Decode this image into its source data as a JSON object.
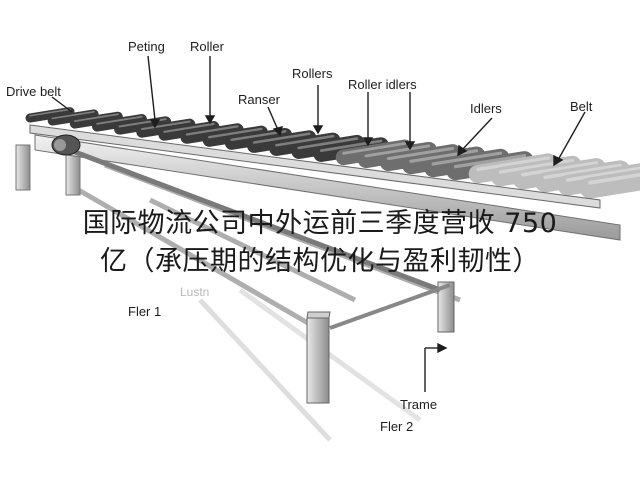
{
  "diagram": {
    "labels": {
      "drive_belt": "Drive belt",
      "peting": "Peting",
      "roller": "Roller",
      "ranser": "Ranser",
      "rollers": "Rollers",
      "roller_idlers": "Roller idlers",
      "idlers": "Idlers",
      "belt": "Belt",
      "lustn": "Lustn",
      "fler1": "Fler 1",
      "trame": "Trame",
      "fler2": "Fler 2"
    },
    "headline": {
      "line1": "国际物流公司中外运前三季度营收 750",
      "line2": "亿（承压期的结构优化与盈利韧性）"
    },
    "colors": {
      "roller_dark": "#3a3a3a",
      "roller_light": "#bdbdbd",
      "frame": "#8a8a8a",
      "text": "#1e1e1e"
    }
  }
}
